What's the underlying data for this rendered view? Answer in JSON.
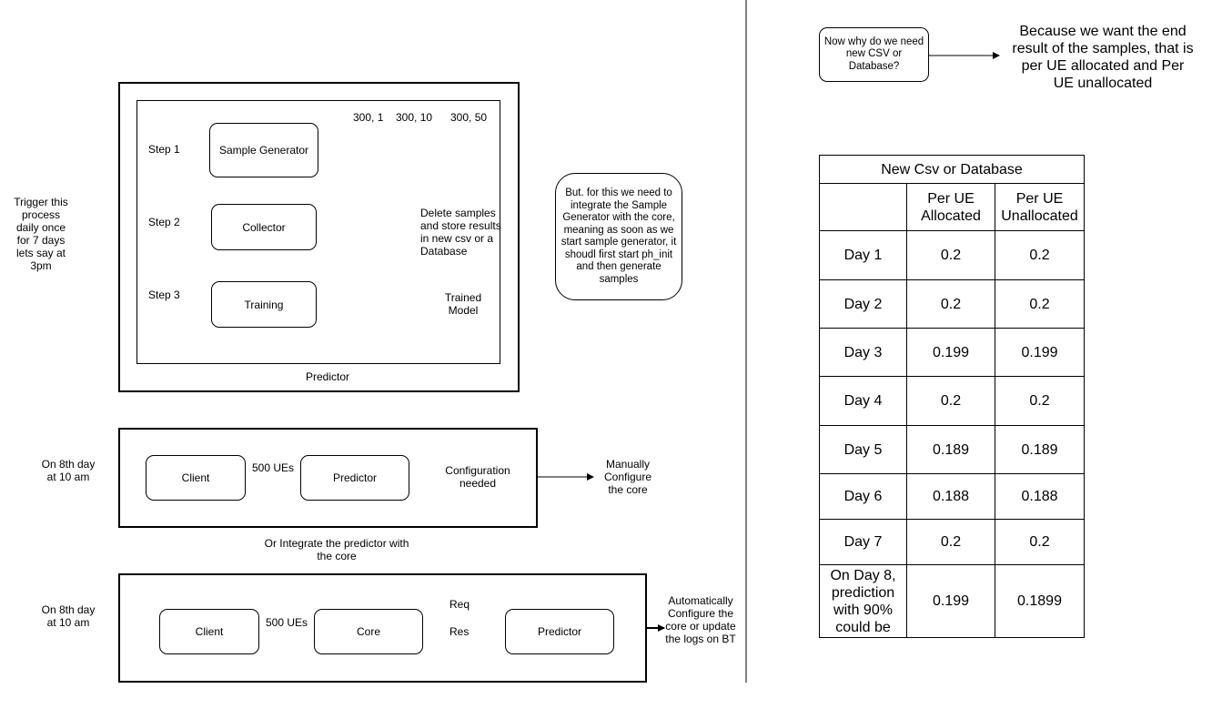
{
  "predictor_section": {
    "trigger_note": "Trigger this process daily once for 7 days lets say at 3pm",
    "step1": "Step 1",
    "step2": "Step 2",
    "step3": "Step 3",
    "sample_generator": "Sample Generator",
    "collector": "Collector",
    "training": "Training",
    "sample_labels": [
      "300, 1",
      "300, 10",
      "300, 50"
    ],
    "delete_note": "Delete samples and store results in new csv or a Database",
    "trained_model": "Trained Model",
    "predictor_label": "Predictor",
    "integration_note": "But. for this we need to integrate the Sample Generator with the core, meaning as soon as we start sample generator, it shoudl first start ph_init and then generate samples"
  },
  "flow1": {
    "time_note": "On 8th day at 10 am",
    "client": "Client",
    "arrow_label": "500 UEs",
    "predictor": "Predictor",
    "config_needed": "Configuration needed",
    "manual": "Manually Configure the core"
  },
  "or_note": "Or Integrate the predictor with the core",
  "flow2": {
    "time_note": "On 8th day at 10 am",
    "client": "Client",
    "arrow_label": "500 UEs",
    "core": "Core",
    "req": "Req",
    "res": "Res",
    "predictor": "Predictor",
    "auto": "Automatically Configure the core or update the logs on BT"
  },
  "question": {
    "box": "Now why do we need new CSV or Database?",
    "answer": "Because we want the end result of the samples, that is per UE allocated and Per UE unallocated"
  },
  "table": {
    "title": "New Csv or Database",
    "headers": [
      "",
      "Per UE Allocated",
      "Per UE Unallocated"
    ],
    "rows": [
      [
        "Day 1",
        "0.2",
        "0.2"
      ],
      [
        "Day 2",
        "0.2",
        "0.2"
      ],
      [
        "Day 3",
        "0.199",
        "0.199"
      ],
      [
        "Day 4",
        "0.2",
        "0.2"
      ],
      [
        "Day 5",
        "0.189",
        "0.189"
      ],
      [
        "Day 6",
        "0.188",
        "0.188"
      ],
      [
        "Day 7",
        "0.2",
        "0.2"
      ],
      [
        "On Day 8, prediction with 90% could be",
        "0.199",
        "0.1899"
      ]
    ]
  }
}
